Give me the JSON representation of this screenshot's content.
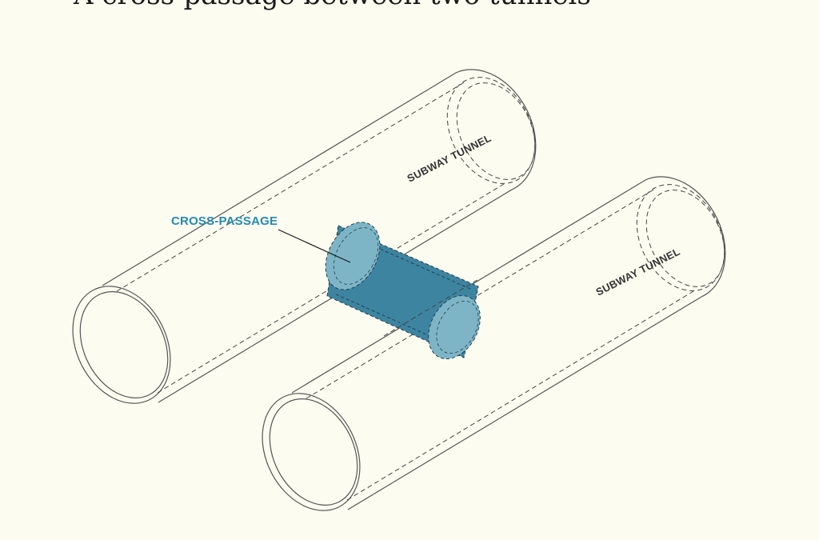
{
  "title": "A cross-passage between two tunnels",
  "labels": {
    "tunnel_upper": "SUBWAY TUNNEL",
    "tunnel_lower": "SUBWAY TUNNEL",
    "cross_passage": "CROSS-PASSAGE"
  },
  "colors": {
    "background": "#fdfcf0",
    "cross_passage_fill": "#3d84a0",
    "cross_passage_end": "#7eb5c6",
    "cross_passage_label": "#2389b8",
    "outline": "#555555"
  }
}
